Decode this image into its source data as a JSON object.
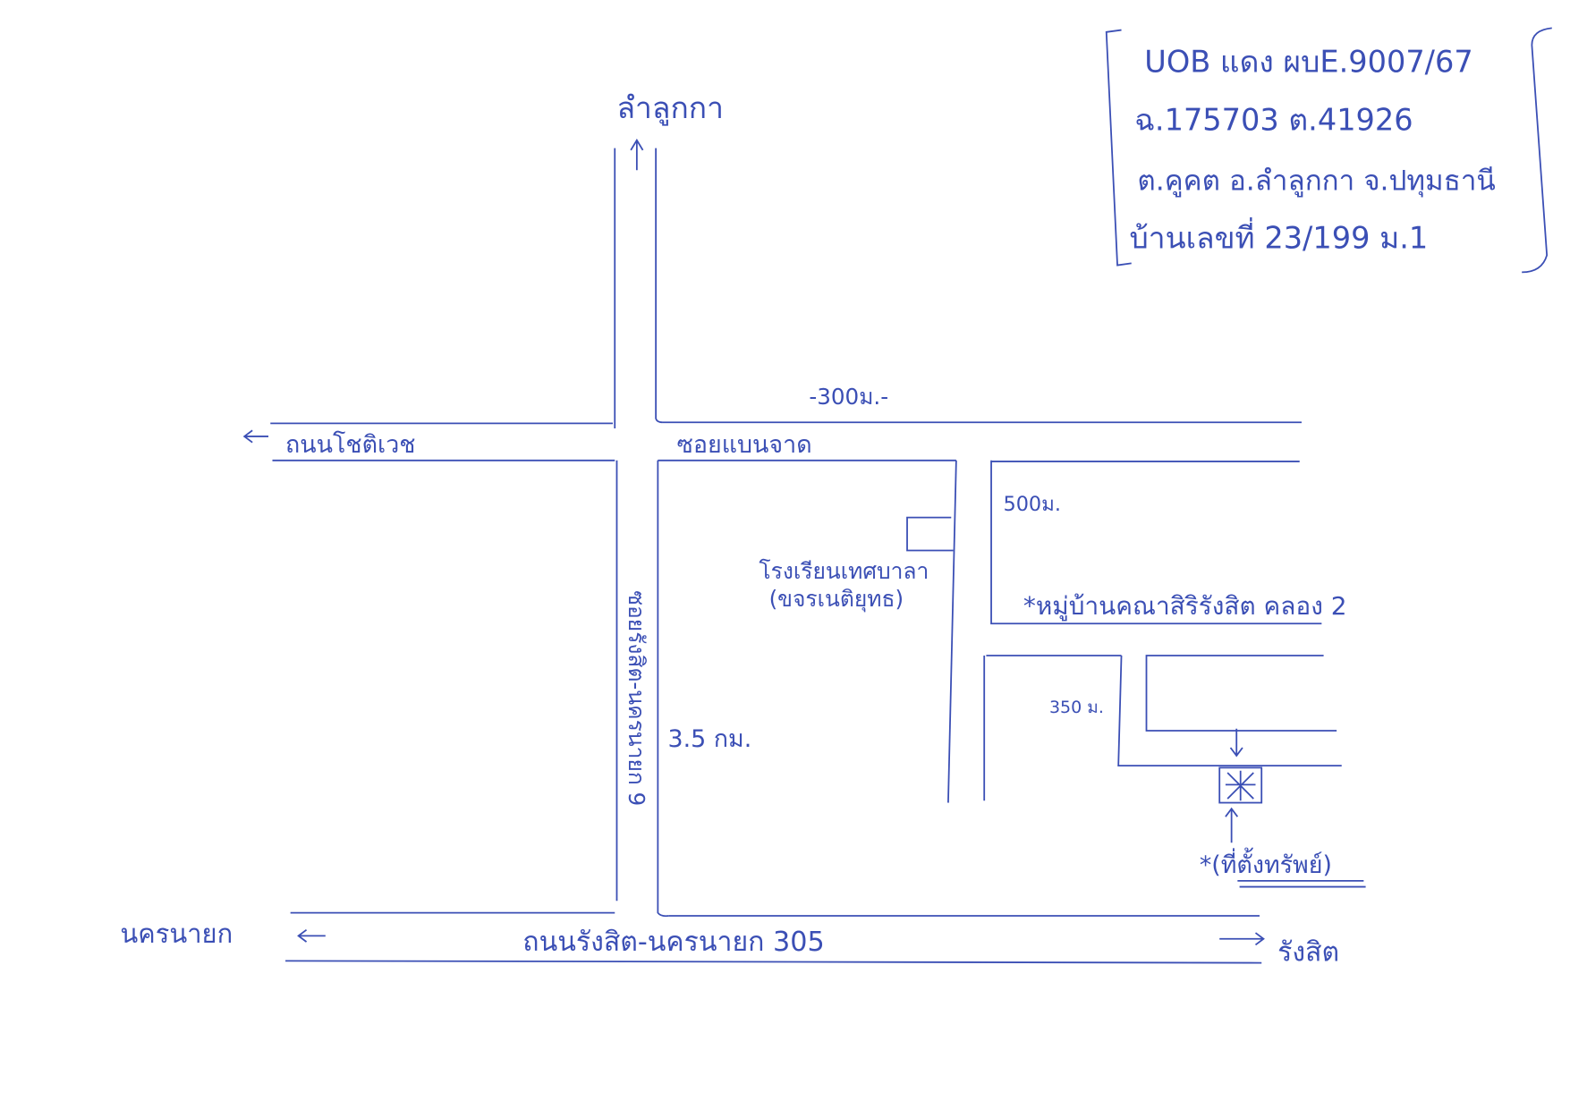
{
  "info_box": {
    "line1": "UOB แดง ผบE.9007/67",
    "line2": "ฉ.175703 ต.41926",
    "line3": "ต.คูคต อ.ลำลูกกา จ.ปทุมธานี",
    "line4": "บ้านเลขที่ 23/199 ม.1"
  },
  "labels": {
    "north_direction": "ลำลูกกา",
    "distance_300": "-300ม.-",
    "road_chotiwet": "ถนนโชติเวช",
    "soi_top": "ซอยแบนจาด",
    "school_name": "โรงเรียนเทศบาลา",
    "school_sub": "(ขจรเนติยุทธ)",
    "distance_500": "500ม.",
    "village": "*หมู่บ้านคณาสิริรังสิต คลอง 2",
    "distance_350": "350 ม.",
    "distance_3_5": "3.5 กม.",
    "soi_vertical": "ซอยรังสิต-นครนายก 9",
    "property": "*(ที่ตั้งทรัพย์)",
    "west_direction": "นครนายก",
    "main_road": "ถนนรังสิต-นครนายก 305",
    "east_direction": "รังสิต"
  },
  "colors": {
    "ink": "#3b4fb5"
  }
}
